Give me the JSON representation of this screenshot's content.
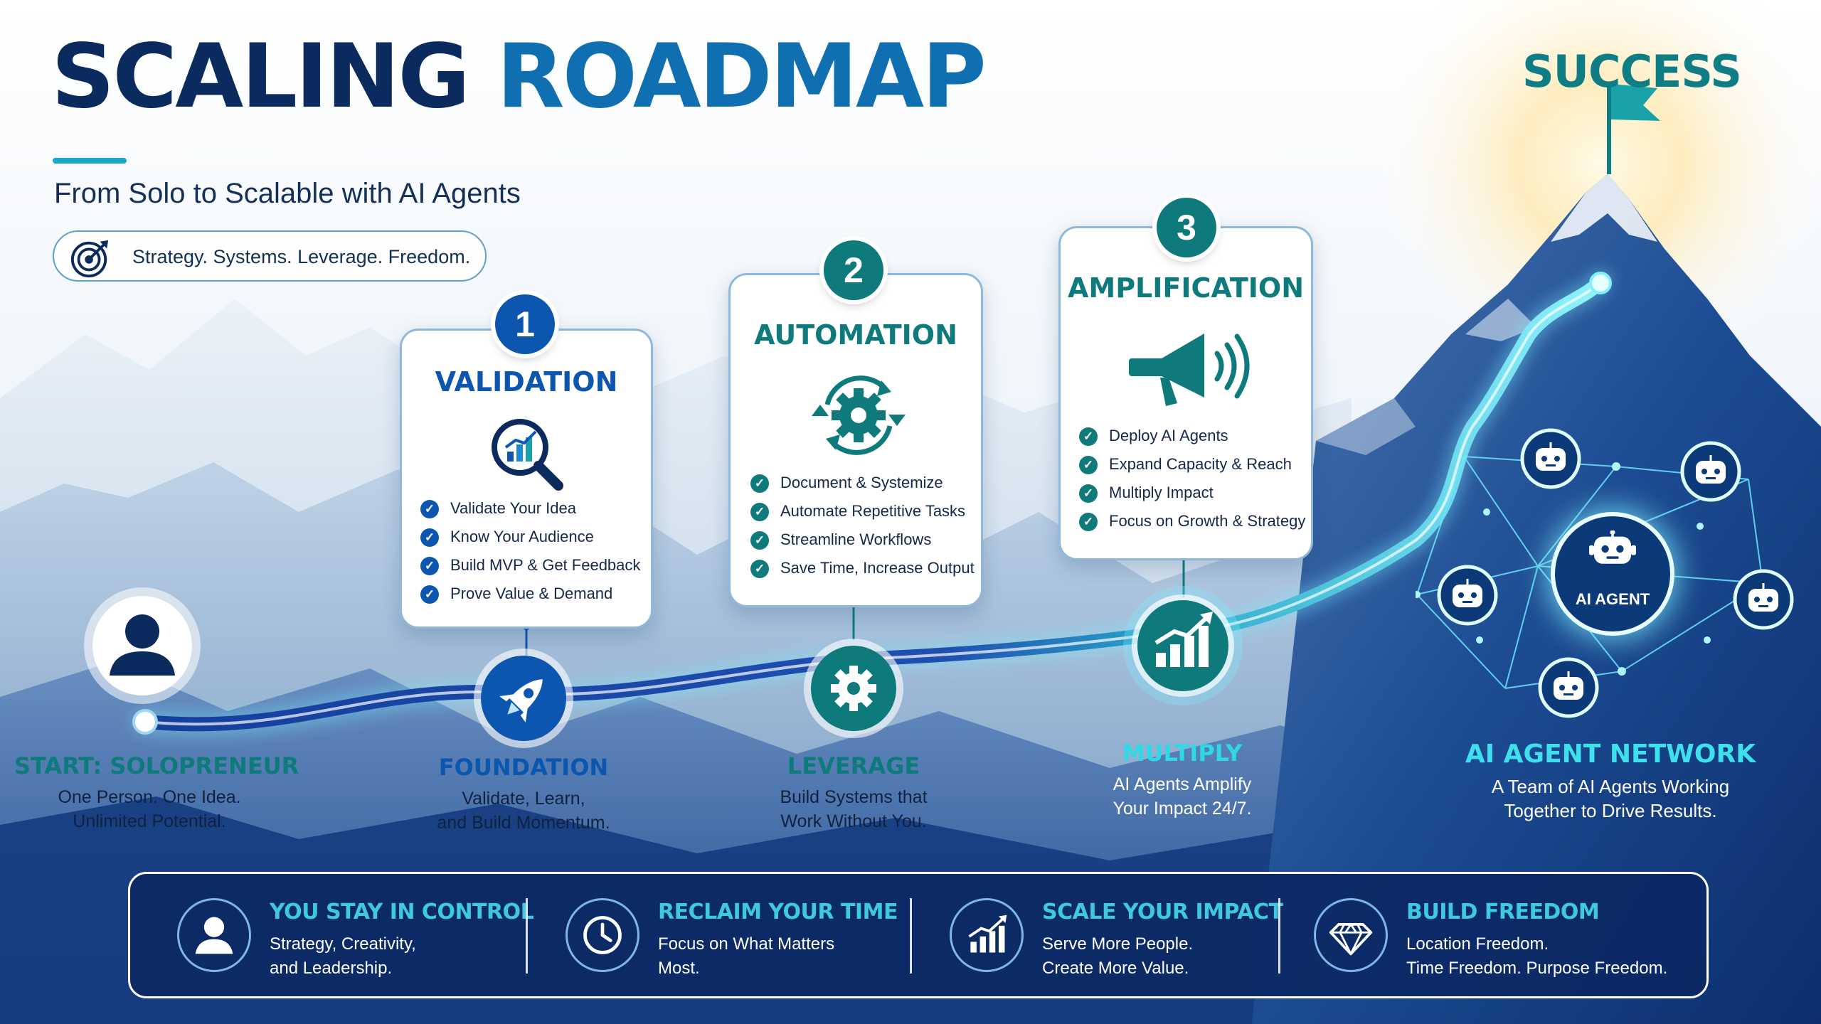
{
  "header": {
    "title_main": "SCALING",
    "title_accent": "ROADMAP",
    "subtitle": "From Solo to Scalable with AI Agents",
    "tagline": "Strategy. Systems. Leverage. Freedom."
  },
  "goal": {
    "label": "SUCCESS"
  },
  "cards": [
    {
      "number": "1",
      "title": "VALIDATION",
      "color": "#0c56b0",
      "items": [
        "Validate Your Idea",
        "Know Your Audience",
        "Build MVP & Get Feedback",
        "Prove Value & Demand"
      ]
    },
    {
      "number": "2",
      "title": "AUTOMATION",
      "color": "#0f7a7c",
      "items": [
        "Document & Systemize",
        "Automate Repetitive Tasks",
        "Streamline Workflows",
        "Save Time, Increase Output"
      ]
    },
    {
      "number": "3",
      "title": "AMPLIFICATION",
      "color": "#0f7a7c",
      "items": [
        "Deploy AI Agents",
        "Expand Capacity & Reach",
        "Multiply Impact",
        "Focus on Growth & Strategy"
      ]
    }
  ],
  "stages": [
    {
      "title": "START: SOLOPRENEUR",
      "line1": "One Person. One Idea.",
      "line2": "Unlimited Potential."
    },
    {
      "title": "FOUNDATION",
      "line1": "Validate, Learn,",
      "line2": "and Build Momentum."
    },
    {
      "title": "LEVERAGE",
      "line1": "Build Systems that",
      "line2": "Work Without You."
    },
    {
      "title": "MULTIPLY",
      "line1": "AI Agents Amplify",
      "line2": "Your Impact 24/7."
    },
    {
      "title": "AI AGENT NETWORK",
      "line1": "A Team of AI Agents Working",
      "line2": "Together to Drive Results."
    }
  ],
  "network": {
    "center_label": "AI AGENT"
  },
  "benefits": [
    {
      "title": "YOU STAY IN CONTROL",
      "line1": "Strategy, Creativity,",
      "line2": "and Leadership.",
      "icon": "person-icon"
    },
    {
      "title": "RECLAIM YOUR TIME",
      "line1": "Focus on What Matters",
      "line2": "Most.",
      "icon": "clock-icon"
    },
    {
      "title": "SCALE YOUR IMPACT",
      "line1": "Serve More People.",
      "line2": "Create More Value.",
      "icon": "chart-icon"
    },
    {
      "title": "BUILD FREEDOM",
      "line1": "Location Freedom.",
      "line2": "Time Freedom. Purpose Freedom.",
      "icon": "diamond-icon"
    }
  ],
  "colors": {
    "navy": "#0b2a5e",
    "blue": "#0c56b0",
    "teal": "#0f7a7c",
    "cyan": "#3fc9e0",
    "path_glow": "#7ff0ff"
  }
}
